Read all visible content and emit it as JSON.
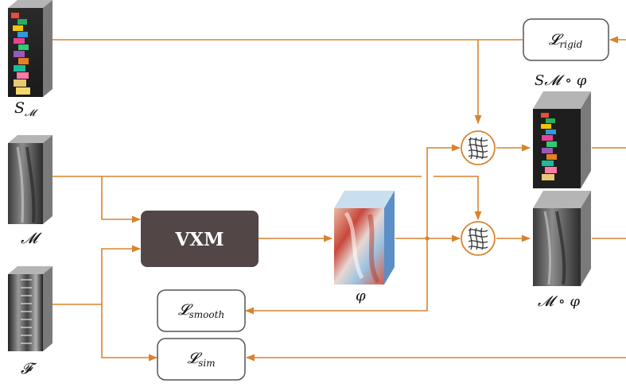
{
  "inputs": {
    "seg_label": "S",
    "seg_sub": "𝓜",
    "moving_label": "𝓜",
    "fixed_label": "𝓕"
  },
  "model": {
    "label": "VXM"
  },
  "field": {
    "label": "φ"
  },
  "losses": {
    "rigid": {
      "main": "𝓛",
      "sub": "rigid"
    },
    "smooth": {
      "main": "𝓛",
      "sub": "smooth"
    },
    "sim": {
      "main": "𝓛",
      "sub": "sim"
    }
  },
  "outputs": {
    "warped_seg_label": "S𝓜 ∘ φ",
    "warped_moving_label": "𝓜 ∘ φ"
  },
  "colors": {
    "arrow": "#d9832e",
    "vxm_box": "#524647",
    "loss_border": "#555555",
    "cube_side": "#7a7a7a",
    "cube_top": "#b5b5b5",
    "field_side": "#5b8fc6",
    "field_top": "#c9dff0"
  }
}
